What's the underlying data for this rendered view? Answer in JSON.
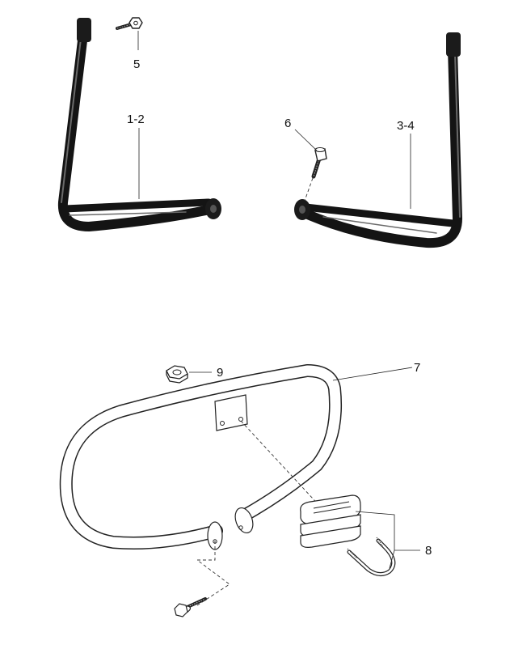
{
  "callouts": {
    "part_5": "5",
    "part_1_2": "1-2",
    "part_6": "6",
    "part_3_4": "3-4",
    "part_7": "7",
    "part_8": "8",
    "part_9": "9"
  },
  "colors": {
    "background": "#ffffff",
    "black_finish": "#141414",
    "line_art": "#222222"
  }
}
